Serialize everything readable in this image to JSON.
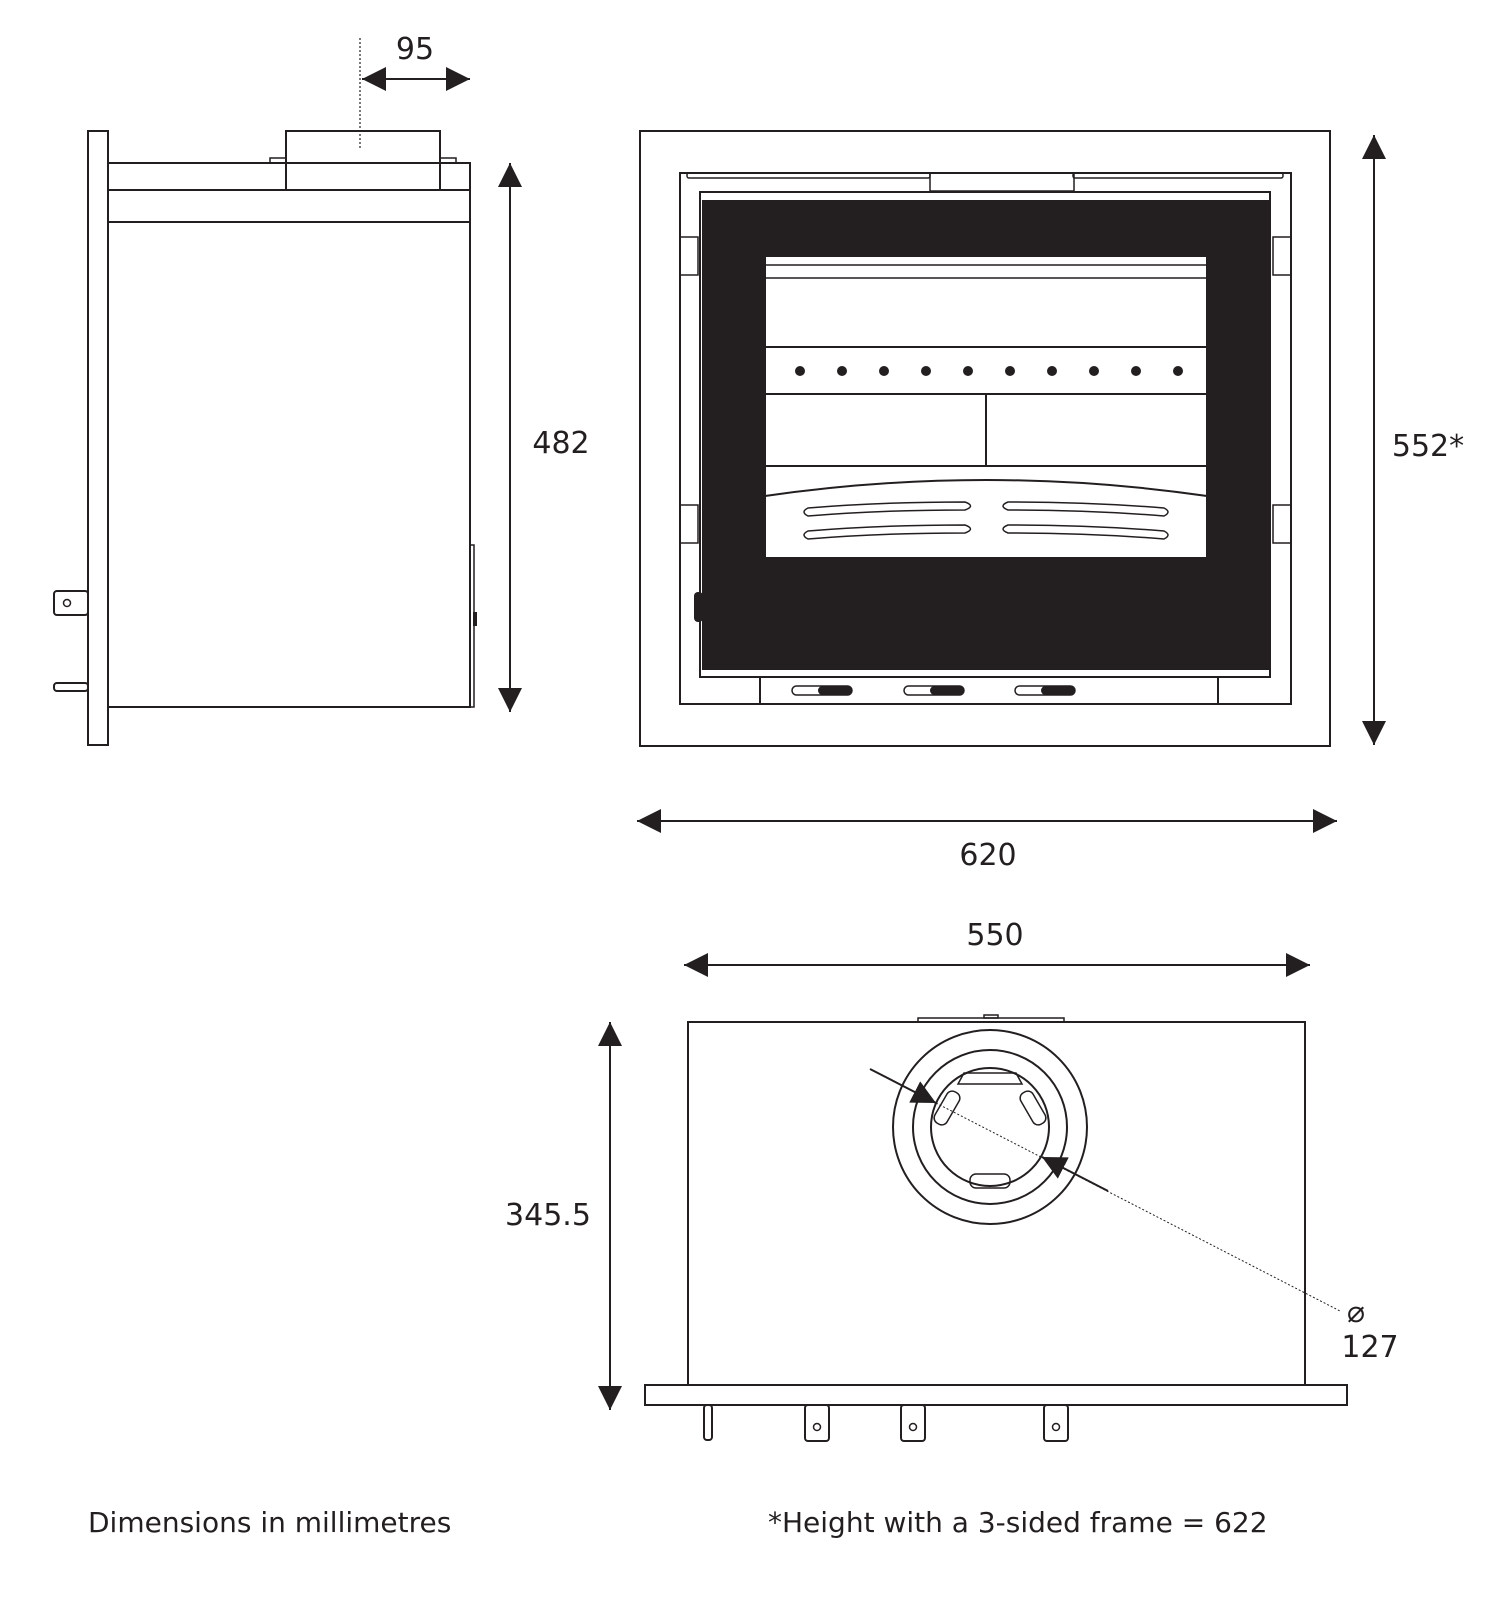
{
  "dimensions": {
    "flue_offset": "95",
    "side_height": "482",
    "front_height": "552*",
    "front_width": "620",
    "top_width": "550",
    "top_depth": "345.5",
    "flue_diameter_symbol": "⌀",
    "flue_diameter": "127"
  },
  "notes": {
    "units": "Dimensions in millimetres",
    "frame_height": "*Height with a 3-sided frame = 622"
  }
}
